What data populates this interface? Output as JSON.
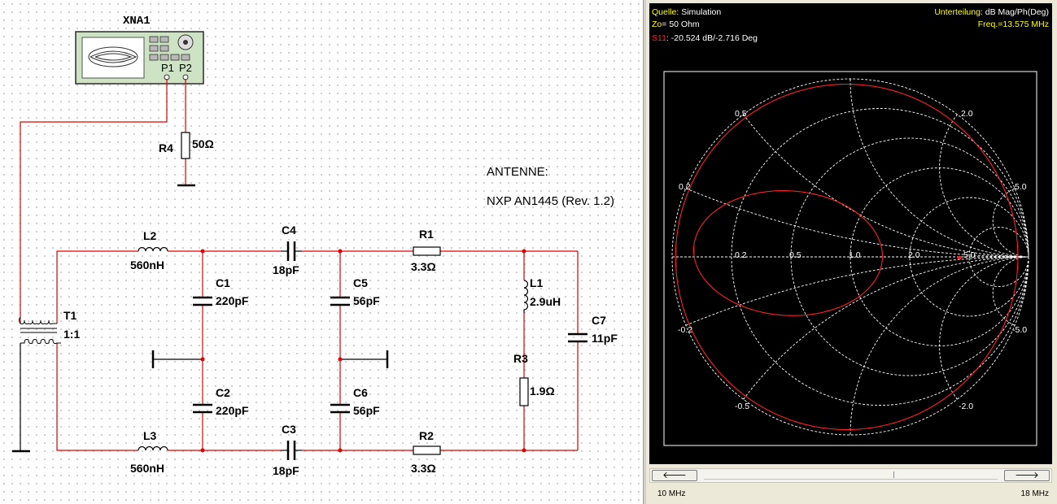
{
  "schematic": {
    "instrument": {
      "name": "XNA1",
      "port1": "P1",
      "port2": "P2"
    },
    "components": {
      "R4": {
        "ref": "R4",
        "value": "50Ω"
      },
      "L2": {
        "ref": "L2",
        "value": "560nH"
      },
      "L3": {
        "ref": "L3",
        "value": "560nH"
      },
      "C4": {
        "ref": "C4",
        "value": "18pF"
      },
      "C3": {
        "ref": "C3",
        "value": "18pF"
      },
      "R1": {
        "ref": "R1",
        "value": "3.3Ω"
      },
      "R2": {
        "ref": "R2",
        "value": "3.3Ω"
      },
      "C1": {
        "ref": "C1",
        "value": "220pF"
      },
      "C2": {
        "ref": "C2",
        "value": "220pF"
      },
      "C5": {
        "ref": "C5",
        "value": "56pF"
      },
      "C6": {
        "ref": "C6",
        "value": "56pF"
      },
      "L1": {
        "ref": "L1",
        "value": "2.9uH"
      },
      "R3": {
        "ref": "R3",
        "value": "1.9Ω"
      },
      "C7": {
        "ref": "C7",
        "value": "11pF"
      },
      "T1": {
        "ref": "T1",
        "value": "1:1"
      }
    },
    "notes": {
      "line1": "ANTENNE:",
      "line2": "NXP AN1445 (Rev. 1.2)"
    },
    "wire_color": "#e00000"
  },
  "analyzer": {
    "header": {
      "source_label": "Quelle",
      "source_value": ": Simulation",
      "zo_label": "Zo",
      "zo_value": "= 50 Ohm",
      "s11_label": "S11",
      "s11_value": ": -20.524 dB/-2.716 Deg",
      "division_label": "Unterteilung",
      "division_value": ": dB Mag/Ph(Deg)",
      "freq_value": "Freq.=13.575 MHz"
    },
    "smith_labels": {
      "real": [
        "0.2",
        "0.5",
        "1.0",
        "2.0",
        "5.0"
      ],
      "imag_top": [
        "0.2",
        "0.5",
        "2.0",
        "5.0"
      ],
      "imag_bottom": [
        "-0.2",
        "-0.5",
        "-2.0",
        "-5.0"
      ]
    },
    "marker": {
      "reflection_db": -20.524,
      "phase_deg": -2.716
    },
    "colors": {
      "background": "#000000",
      "grid": "#ffffff",
      "trace": "#ff2020",
      "header_yellow": "#ffff00"
    },
    "scroll": {
      "left_icon": "arrow-left-icon",
      "right_icon": "arrow-right-icon"
    },
    "range": {
      "start": "10 MHz",
      "end": "18 MHz"
    }
  }
}
